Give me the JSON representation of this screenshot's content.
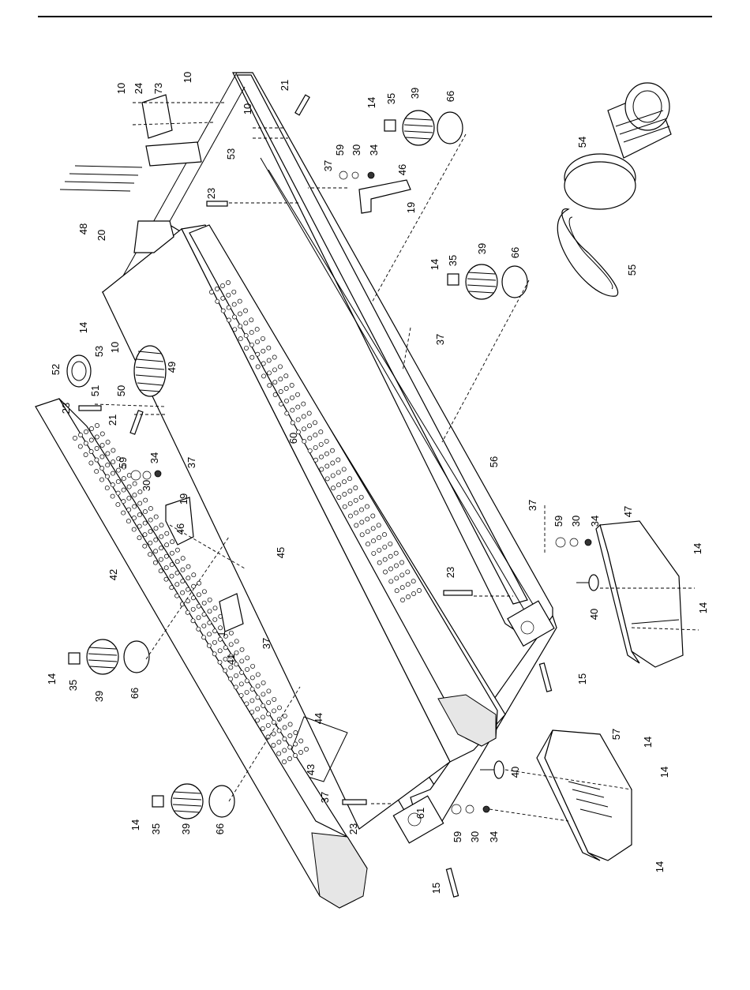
{
  "diagram": {
    "callouts": [
      {
        "id": "c1",
        "text": "10"
      },
      {
        "id": "c2",
        "text": "24"
      },
      {
        "id": "c3",
        "text": "73"
      },
      {
        "id": "c4",
        "text": "10"
      },
      {
        "id": "c5",
        "text": "21"
      },
      {
        "id": "c6",
        "text": "10"
      },
      {
        "id": "c7",
        "text": "53"
      },
      {
        "id": "c8",
        "text": "14"
      },
      {
        "id": "c9",
        "text": "35"
      },
      {
        "id": "c10",
        "text": "39"
      },
      {
        "id": "c11",
        "text": "66"
      },
      {
        "id": "c12",
        "text": "54"
      },
      {
        "id": "c13",
        "text": "48"
      },
      {
        "id": "c14",
        "text": "20"
      },
      {
        "id": "c15",
        "text": "23"
      },
      {
        "id": "c16",
        "text": "37"
      },
      {
        "id": "c17",
        "text": "59"
      },
      {
        "id": "c18",
        "text": "30"
      },
      {
        "id": "c19",
        "text": "34"
      },
      {
        "id": "c20",
        "text": "46"
      },
      {
        "id": "c21",
        "text": "19"
      },
      {
        "id": "c22",
        "text": "14"
      },
      {
        "id": "c23",
        "text": "35"
      },
      {
        "id": "c24",
        "text": "39"
      },
      {
        "id": "c25",
        "text": "66"
      },
      {
        "id": "c26",
        "text": "55"
      },
      {
        "id": "c27",
        "text": "14"
      },
      {
        "id": "c28",
        "text": "10"
      },
      {
        "id": "c29",
        "text": "53"
      },
      {
        "id": "c30",
        "text": "52"
      },
      {
        "id": "c31",
        "text": "51"
      },
      {
        "id": "c32",
        "text": "50"
      },
      {
        "id": "c33",
        "text": "49"
      },
      {
        "id": "c34",
        "text": "37"
      },
      {
        "id": "c35",
        "text": "23"
      },
      {
        "id": "c36",
        "text": "21"
      },
      {
        "id": "c37",
        "text": "59"
      },
      {
        "id": "c38",
        "text": "34"
      },
      {
        "id": "c39",
        "text": "30"
      },
      {
        "id": "c40",
        "text": "37"
      },
      {
        "id": "c41",
        "text": "19"
      },
      {
        "id": "c42",
        "text": "46"
      },
      {
        "id": "c43",
        "text": "60"
      },
      {
        "id": "c44",
        "text": "56"
      },
      {
        "id": "c45",
        "text": "45"
      },
      {
        "id": "c46",
        "text": "42"
      },
      {
        "id": "c47",
        "text": "1"
      },
      {
        "id": "c48",
        "text": "41"
      },
      {
        "id": "c49",
        "text": "37"
      },
      {
        "id": "c50",
        "text": "37"
      },
      {
        "id": "c51",
        "text": "59"
      },
      {
        "id": "c52",
        "text": "30"
      },
      {
        "id": "c53",
        "text": "34"
      },
      {
        "id": "c54",
        "text": "47"
      },
      {
        "id": "c55",
        "text": "14"
      },
      {
        "id": "c56",
        "text": "14"
      },
      {
        "id": "c57",
        "text": "23"
      },
      {
        "id": "c58",
        "text": "40"
      },
      {
        "id": "c59",
        "text": "15"
      },
      {
        "id": "c60",
        "text": "14"
      },
      {
        "id": "c61",
        "text": "35"
      },
      {
        "id": "c62",
        "text": "39"
      },
      {
        "id": "c63",
        "text": "66"
      },
      {
        "id": "c64",
        "text": "44"
      },
      {
        "id": "c65",
        "text": "43"
      },
      {
        "id": "c66",
        "text": "37"
      },
      {
        "id": "c67",
        "text": "23"
      },
      {
        "id": "c68",
        "text": "61"
      },
      {
        "id": "c69",
        "text": "40"
      },
      {
        "id": "c70",
        "text": "57"
      },
      {
        "id": "c71",
        "text": "14"
      },
      {
        "id": "c72",
        "text": "14"
      },
      {
        "id": "c73",
        "text": "59"
      },
      {
        "id": "c74",
        "text": "30"
      },
      {
        "id": "c75",
        "text": "34"
      },
      {
        "id": "c76",
        "text": "14"
      },
      {
        "id": "c77",
        "text": "14"
      },
      {
        "id": "c78",
        "text": "35"
      },
      {
        "id": "c79",
        "text": "39"
      },
      {
        "id": "c80",
        "text": "66"
      },
      {
        "id": "c81",
        "text": "15"
      }
    ]
  }
}
